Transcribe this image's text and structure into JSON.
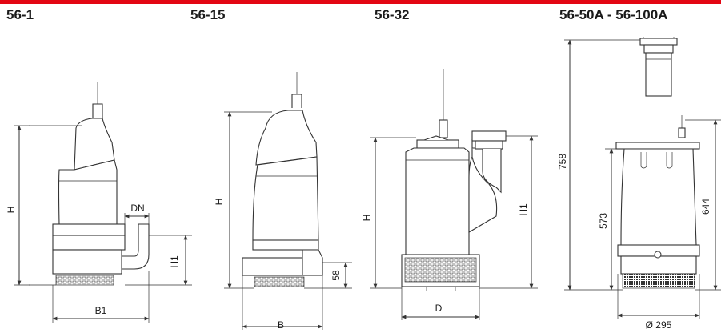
{
  "accent_color": "#e30613",
  "models": [
    {
      "title": "56-1",
      "dimensions": {
        "height": "H",
        "outlet": "DN",
        "outlet_height": "H1",
        "width": "B1"
      }
    },
    {
      "title": "56-15",
      "dimensions": {
        "height": "H",
        "base_height": "58",
        "width": "B"
      }
    },
    {
      "title": "56-32",
      "dimensions": {
        "height": "H",
        "outlet_height": "H1",
        "diameter": "D"
      }
    },
    {
      "title": "56-50A - 56-100A",
      "dimensions": {
        "overall_height": "758",
        "body_height": "573",
        "outlet_height": "644",
        "diameter": "Ø 295"
      }
    }
  ]
}
